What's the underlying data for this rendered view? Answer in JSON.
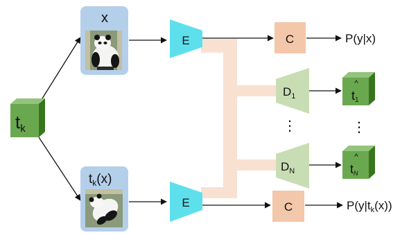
{
  "inputs": {
    "original": "x",
    "transform": "t",
    "transform_sub": "k",
    "transformed_name": "t",
    "transformed_sub": "k",
    "transformed_arg": "(x)",
    "original_image": "panda-photo",
    "transformed_image": "rotated-panda-photo"
  },
  "encoders": {
    "top": "E",
    "bottom": "E"
  },
  "classifiers": {
    "top": "C",
    "bottom": "C"
  },
  "decoders": {
    "first": "D",
    "first_sub": "1",
    "last": "D",
    "last_sub": "N",
    "ellipsis": "⋮"
  },
  "outputs": {
    "top": "P(y|x)",
    "bottom": "P(y|t",
    "bottom_sub": "k",
    "bottom_tail": "(x))",
    "pred1": "t",
    "pred1_sub": "1",
    "predN": "t",
    "predN_sub": "N",
    "hat": "^",
    "ellipsis": "⋮"
  },
  "colors": {
    "green_cube": "#6aa84f",
    "image_frame": "#b4cfea",
    "encoder": "#5ee0ec",
    "classifier": "#f3c7a9",
    "decoder": "#c9ddb4",
    "feature_bus": "#f9e1d1"
  }
}
